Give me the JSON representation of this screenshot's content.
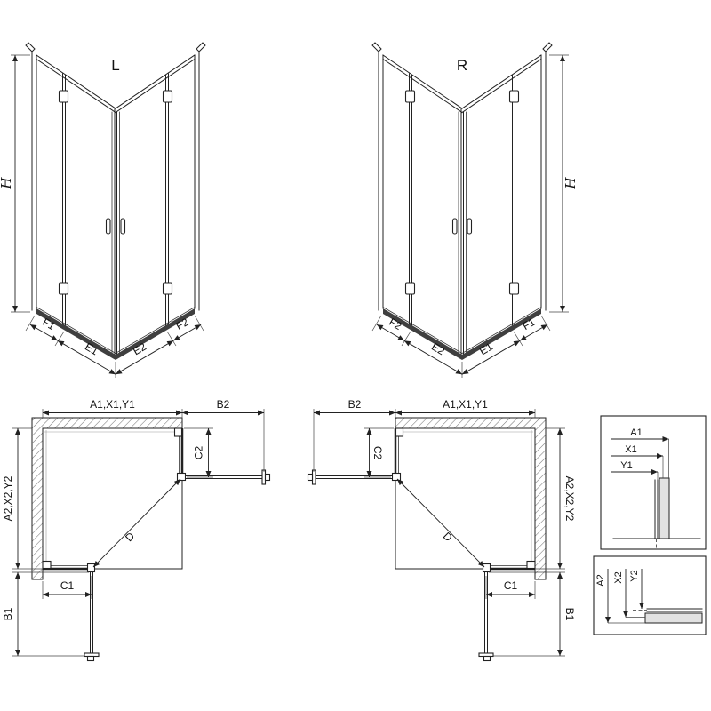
{
  "diagram": {
    "colors": {
      "line": "#222222",
      "base_fill": "#3f3f3f",
      "hatch": "#777777"
    },
    "elevations": {
      "left": {
        "title": "L",
        "height": "H",
        "segments": [
          "F1",
          "E1",
          "E2",
          "F2"
        ]
      },
      "right": {
        "title": "R",
        "height": "H",
        "segments": [
          "F2",
          "E2",
          "E1",
          "F1"
        ]
      }
    },
    "plans": {
      "left": {
        "width": "A1,X1,Y1",
        "door_top": "B2",
        "side_top": "C2",
        "depth": "A2,X2,Y2",
        "door_side": "B1",
        "bottom": "C1",
        "diagonal": "D"
      },
      "right": {
        "width": "A1,X1,Y1",
        "door_top": "B2",
        "side_top": "C2",
        "depth": "A2,X2,Y2",
        "door_side": "B1",
        "bottom": "C1",
        "diagonal": "D"
      }
    },
    "details": {
      "top": {
        "a": "A1",
        "x": "X1",
        "y": "Y1"
      },
      "bottom": {
        "a": "A2",
        "x": "X2",
        "y": "Y2"
      }
    }
  }
}
